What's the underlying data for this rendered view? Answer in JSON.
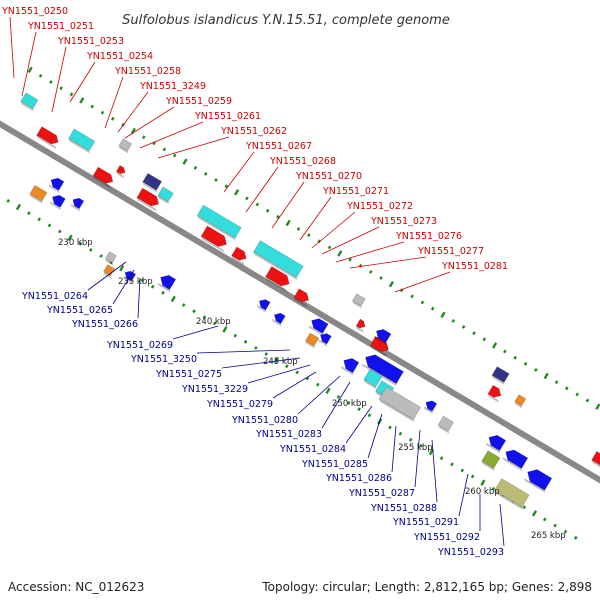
{
  "title": "Sulfolobus islandicus Y.N.15.51, complete genome",
  "footer": {
    "accession": "Accession: NC_012623",
    "topology": "Topology: circular; Length: 2,812,165 bp; Genes: 2,898"
  },
  "colors": {
    "backbone": "#888888",
    "forward_gene": "#ee1111",
    "reverse_gene": "#1111ee",
    "cds_cyan": "#33dddd",
    "navy": "#333388",
    "gray": "#bbbbbb",
    "orange": "#ee8822",
    "olive": "#88aa33",
    "khaki": "#bbbb77",
    "gc_dots": "#228822",
    "red_labels": "#cc0000",
    "blue_labels": "#00008b"
  },
  "ticks": [
    "230 kbp",
    "235 kbp",
    "240 kbp",
    "245 kbp",
    "250 kbp",
    "255 kbp",
    "260 kbp",
    "265 kbp"
  ],
  "forward_labels": [
    "YN1551_0250",
    "YN1551_0251",
    "YN1551_0253",
    "YN1551_0254",
    "YN1551_0258",
    "YN1551_3249",
    "YN1551_0259",
    "YN1551_0261",
    "YN1551_0262",
    "YN1551_0267",
    "YN1551_0268",
    "YN1551_0270",
    "YN1551_0271",
    "YN1551_0272",
    "YN1551_0273",
    "YN1551_0276",
    "YN1551_0277",
    "YN1551_0281"
  ],
  "reverse_labels": [
    "YN1551_0264",
    "YN1551_0265",
    "YN1551_0266",
    "YN1551_0269",
    "YN1551_3250",
    "YN1551_0275",
    "YN1551_3229",
    "YN1551_0279",
    "YN1551_0280",
    "YN1551_0283",
    "YN1551_0284",
    "YN1551_0285",
    "YN1551_0286",
    "YN1551_0287",
    "YN1551_0288",
    "YN1551_0291",
    "YN1551_0292",
    "YN1551_0293"
  ]
}
